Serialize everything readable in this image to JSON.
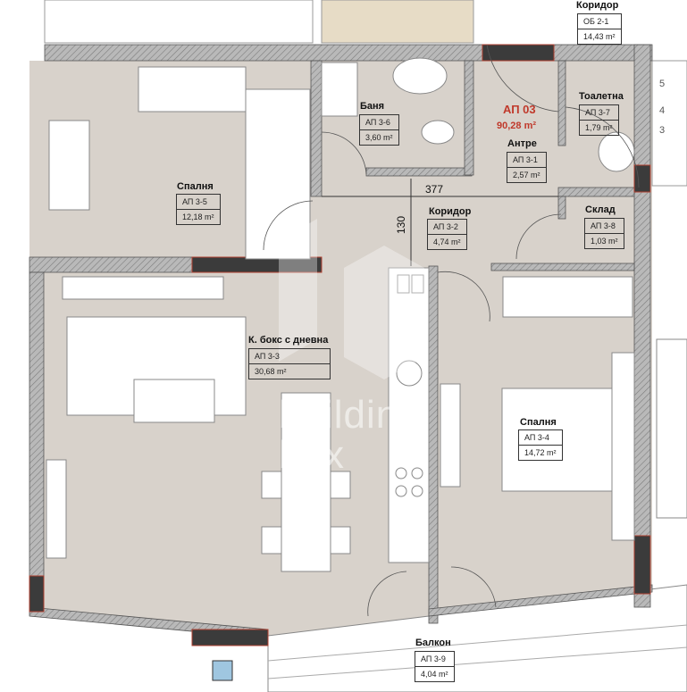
{
  "apartment": {
    "id": "АП 03",
    "area": "90,28 m²",
    "accent_color": "#c0392b"
  },
  "rooms": [
    {
      "name": "Коридор",
      "code": "ОБ 2-1",
      "area": "14,43 m²"
    },
    {
      "name": "Баня",
      "code": "АП 3-6",
      "area": "3,60 m²"
    },
    {
      "name": "Тоалетна",
      "code": "АП 3-7",
      "area": "1,79 m²"
    },
    {
      "name": "Антре",
      "code": "АП 3-1",
      "area": "2,57 m²"
    },
    {
      "name": "Спалня",
      "code": "АП 3-5",
      "area": "12,18 m²"
    },
    {
      "name": "Коридор",
      "code": "АП 3-2",
      "area": "4,74 m²"
    },
    {
      "name": "Склад",
      "code": "АП 3-8",
      "area": "1,03 m²"
    },
    {
      "name": "К. бокс с дневна",
      "code": "АП 3-3",
      "area": "30,68 m²"
    },
    {
      "name": "Спалня",
      "code": "АП 3-4",
      "area": "14,72 m²"
    },
    {
      "name": "Балкон",
      "code": "АП 3-9",
      "area": "4,04 m²"
    }
  ],
  "dimensions": {
    "horizontal": "377",
    "vertical": "130"
  },
  "stairs": [
    "5",
    "4",
    "3"
  ],
  "watermark": {
    "line1": "building",
    "line2": "box"
  },
  "colors": {
    "floor": "#d8d2cb",
    "wall_hatch": "#9a9a9a",
    "wall_dark": "#3b3b3b",
    "furniture": "#ffffff"
  }
}
